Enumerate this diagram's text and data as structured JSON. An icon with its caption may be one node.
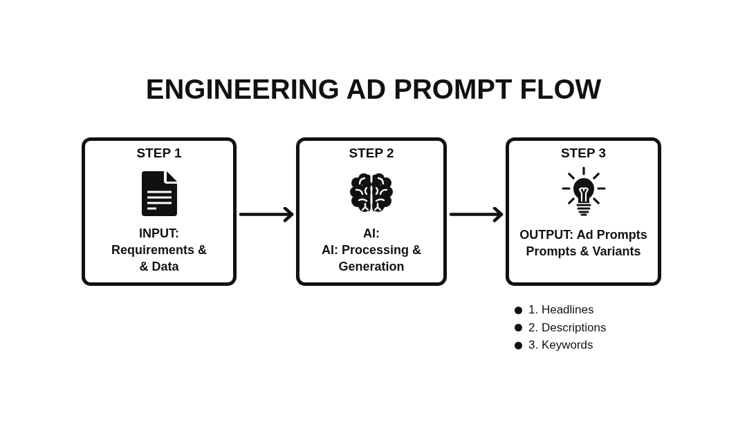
{
  "diagram": {
    "title": "ENGINEERING AD PROMPT FLOW",
    "nodes": [
      {
        "text": [
          "STEP 1",
          "INPUT: Requirements & & Data"
        ]
      },
      {
        "text": [
          "STEP 2",
          "AI: AI: Processing & Generation"
        ]
      },
      {
        "text": [
          "STEP 3",
          "OUTPUT: Ad Prompts Prompts & Variants"
        ],
        "beside": [
          "1. Headlines",
          "2. Descriptions",
          "3. Keywords"
        ]
      }
    ],
    "edges": [
      {
        "from": 0,
        "to": 1,
        "arrow": "to"
      },
      {
        "from": 1,
        "to": 2,
        "arrow": "to"
      }
    ]
  }
}
